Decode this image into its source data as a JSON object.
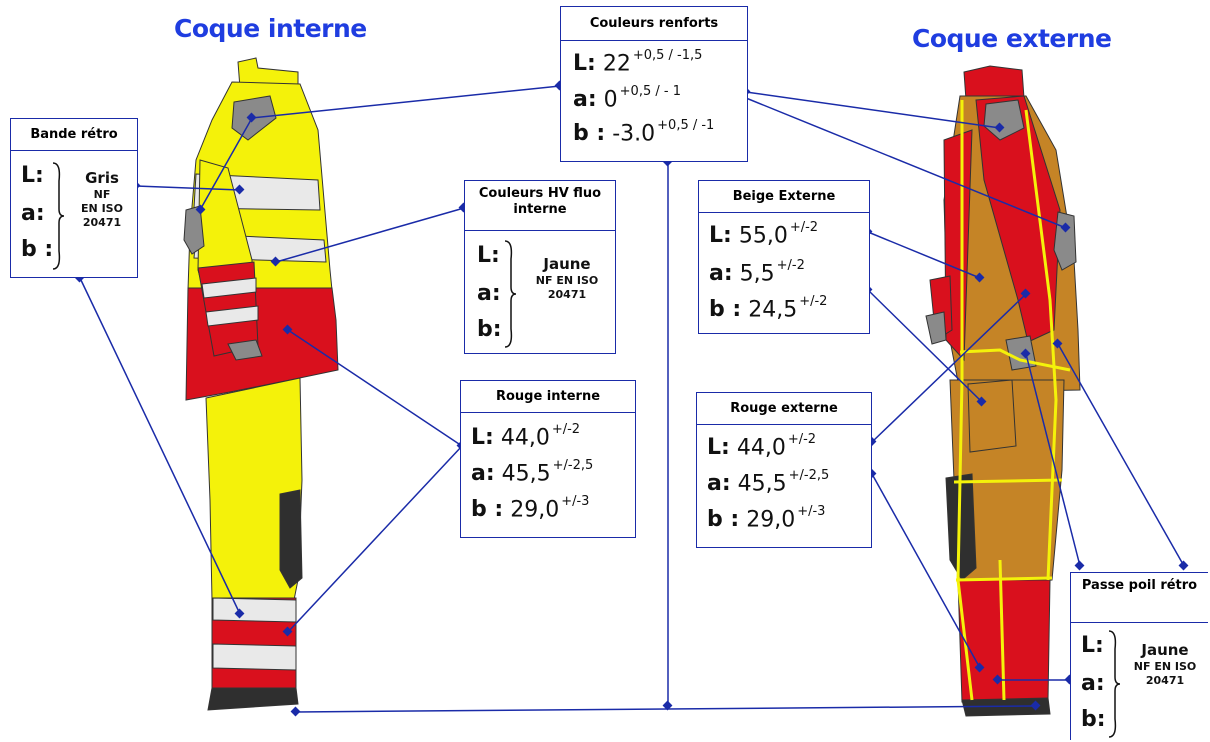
{
  "titles": {
    "left": "Coque interne",
    "right": "Coque externe"
  },
  "renforts": {
    "header": "Couleurs renforts",
    "rows": [
      {
        "k": "L:",
        "v": "22",
        "tol": "+0,5 / -1,5"
      },
      {
        "k": "a:",
        "v": "0",
        "tol": "+0,5 / - 1"
      },
      {
        "k": "b :",
        "v": "-3.0",
        "tol": "+0,5 / -1"
      }
    ]
  },
  "bande_retro": {
    "header": "Bande rétro",
    "rows": [
      "L:",
      "a:",
      "b :"
    ],
    "color": "Gris",
    "norm": [
      "NF",
      "EN ISO",
      "20471"
    ]
  },
  "hv_fluo": {
    "header": "Couleurs HV fluo interne",
    "rows": [
      "L:",
      "a:",
      "b:"
    ],
    "color": "Jaune",
    "norm": [
      "NF EN ISO",
      "20471"
    ]
  },
  "beige_externe": {
    "header": "Beige Externe",
    "rows": [
      {
        "k": "L:",
        "v": "55,0",
        "tol": "+/-2"
      },
      {
        "k": "a:",
        "v": "5,5",
        "tol": "+/-2"
      },
      {
        "k": "b :",
        "v": "24,5",
        "tol": "+/-2"
      }
    ]
  },
  "rouge_interne": {
    "header": "Rouge interne",
    "rows": [
      {
        "k": "L:",
        "v": "44,0",
        "tol": "+/-2"
      },
      {
        "k": "a:",
        "v": "45,5",
        "tol": "+/-2,5"
      },
      {
        "k": "b :",
        "v": "29,0",
        "tol": "+/-3"
      }
    ]
  },
  "rouge_externe": {
    "header": "Rouge externe",
    "rows": [
      {
        "k": "L:",
        "v": "44,0",
        "tol": "+/-2"
      },
      {
        "k": "a:",
        "v": "45,5",
        "tol": "+/-2,5"
      },
      {
        "k": "b :",
        "v": "29,0",
        "tol": "+/-3"
      }
    ]
  },
  "passe_poil": {
    "header": "Passe poil rétro",
    "rows": [
      "L:",
      "a:",
      "b:"
    ],
    "color": "Jaune",
    "norm": [
      "NF EN ISO",
      "20471"
    ]
  },
  "colors": {
    "line": "#1a2ba8",
    "yellow": "#f4f20a",
    "red": "#d9101d",
    "beige": "#c58426",
    "grey": "#8a8a8a",
    "dark": "#2f2f2f",
    "retro": "#e9e9e9"
  }
}
